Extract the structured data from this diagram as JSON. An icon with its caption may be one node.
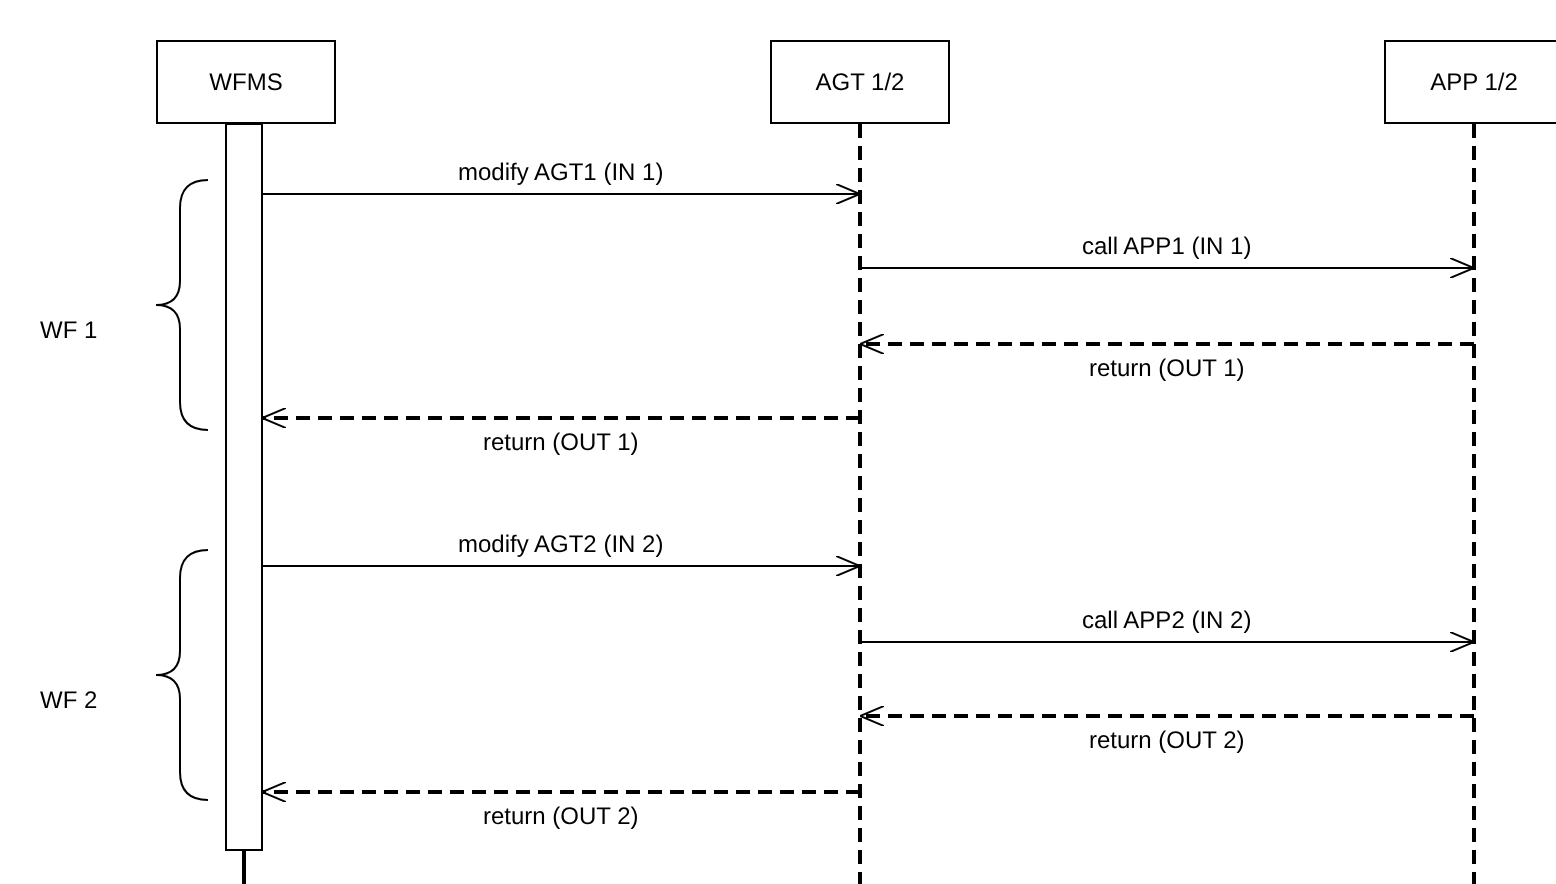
{
  "diagram": {
    "nodes": [
      {
        "text": [
          "WFMS"
        ]
      },
      {
        "text": [
          "AGT 1/2"
        ]
      },
      {
        "text": [
          "APP 1/2"
        ]
      }
    ],
    "edges": [
      {
        "from": 0,
        "to": 1,
        "arrow": "to",
        "label": "modify AGT1 (IN 1)"
      },
      {
        "from": 1,
        "to": 2,
        "arrow": "to",
        "label": "call APP1 (IN 1)"
      },
      {
        "from": 2,
        "to": 1,
        "arrow": "to",
        "label": "return (OUT 1)",
        "style": "dashed"
      },
      {
        "from": 1,
        "to": 0,
        "arrow": "to",
        "label": "return (OUT 1)",
        "style": "dashed"
      },
      {
        "from": 0,
        "to": 1,
        "arrow": "to",
        "label": "modify AGT2 (IN 2)"
      },
      {
        "from": 1,
        "to": 2,
        "arrow": "to",
        "label": "call APP2 (IN 2)"
      },
      {
        "from": 2,
        "to": 1,
        "arrow": "to",
        "label": "return (OUT 2)",
        "style": "dashed"
      },
      {
        "from": 1,
        "to": 0,
        "arrow": "to",
        "label": "return (OUT 2)",
        "style": "dashed"
      }
    ],
    "labels": [
      "WF 1",
      "WF 2"
    ]
  }
}
